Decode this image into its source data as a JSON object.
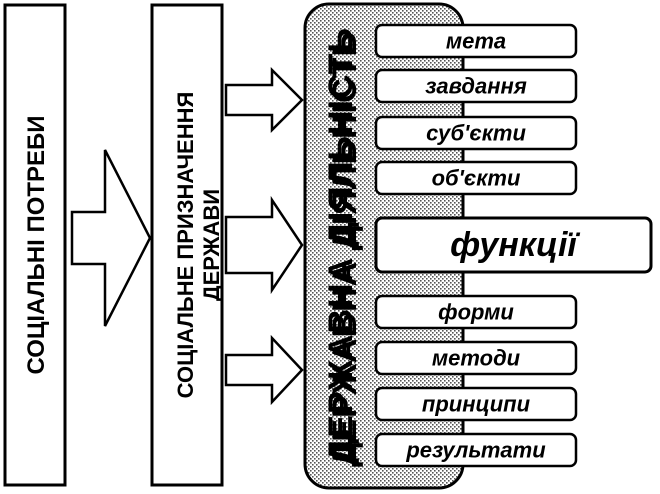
{
  "diagram": {
    "box1_label": "СОЦІАЛЬНІ ПОТРЕБИ",
    "box2_line1": "СОЦІАЛЬНЕ ПРИЗНАЧЕННЯ",
    "box2_line2": "ДЕРЖАВИ",
    "central_label": "ДЕРЖАВНА ДІЯЛЬНІСТЬ",
    "items": [
      "мета",
      "завдання",
      "суб'єкти",
      "об'єкти",
      "функції",
      "форми",
      "методи",
      "принципи",
      "результати"
    ],
    "highlighted_item_index": 4
  }
}
